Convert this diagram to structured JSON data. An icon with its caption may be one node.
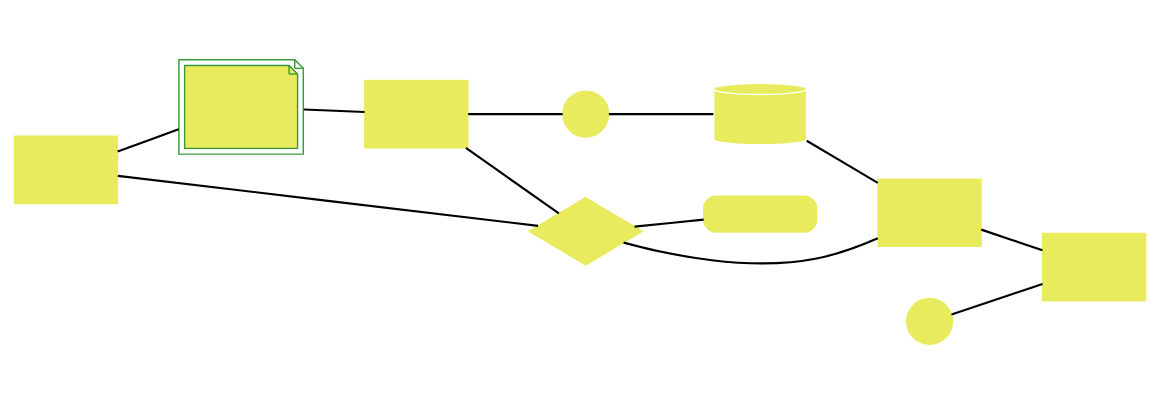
{
  "diagram": {
    "nodes": [
      {
        "text": [],
        "shape": "box"
      },
      {
        "text": [],
        "shape": "document"
      },
      {
        "text": [],
        "shape": "box"
      },
      {
        "text": [],
        "shape": "circle"
      },
      {
        "text": [],
        "shape": "cylinder"
      },
      {
        "text": [],
        "shape": "circle"
      },
      {
        "text": [],
        "shape": "box"
      },
      {
        "text": [],
        "shape": "diamond"
      },
      {
        "text": [],
        "shape": "pill"
      },
      {
        "text": [],
        "shape": "box"
      }
    ],
    "edges": [
      {
        "from": 0,
        "to": 1,
        "arrow": "none"
      },
      {
        "from": 1,
        "to": 2,
        "arrow": "none"
      },
      {
        "from": 2,
        "to": 3,
        "arrow": "none"
      },
      {
        "from": 3,
        "to": 4,
        "arrow": "none"
      },
      {
        "from": 4,
        "to": 9,
        "arrow": "none"
      },
      {
        "from": 5,
        "to": 6,
        "arrow": "none"
      },
      {
        "from": 0,
        "to": 7,
        "arrow": "none"
      },
      {
        "from": 2,
        "to": 7,
        "arrow": "none"
      },
      {
        "from": 7,
        "to": 8,
        "arrow": "none"
      },
      {
        "from": 7,
        "to": 9,
        "arrow": "none"
      },
      {
        "from": 9,
        "to": 6,
        "arrow": "none"
      }
    ]
  }
}
